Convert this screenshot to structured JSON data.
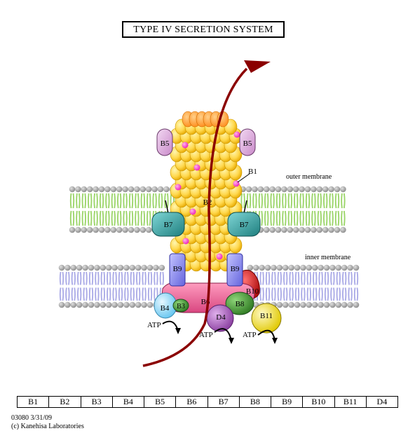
{
  "title": "TYPE IV SECRETION SYSTEM",
  "labels": {
    "outer_membrane": "outer membrane",
    "inner_membrane": "inner membrane",
    "b1": "B1",
    "b2": "B2",
    "b3": "B3",
    "b4": "B4",
    "b5_left": "B5",
    "b5_right": "B5",
    "b6": "B6",
    "b7_left": "B7",
    "b7_right": "B7",
    "b8": "B8",
    "b9_left": "B9",
    "b9_right": "B9",
    "b10": "B10",
    "b11": "B11",
    "d4": "D4",
    "atp_1": "ATP",
    "atp_2": "ATP",
    "atp_3": "ATP"
  },
  "legend": [
    "B1",
    "B2",
    "B3",
    "B4",
    "B5",
    "B6",
    "B7",
    "B8",
    "B9",
    "B10",
    "B11",
    "D4"
  ],
  "footer": {
    "line1": "03080 3/31/09",
    "line2": "(c) Kanehisa Laboratories"
  },
  "colors": {
    "outer_membrane_tails": "#99d466",
    "inner_membrane_tails": "#a9a9e6",
    "lipid_head": "#a6a6a6",
    "pilus_yellow": "#ffd84d",
    "pilus_tip": "#ff9933",
    "b1_dot": "#ff33cc",
    "b5": "#dda0dd",
    "b7": "#2e9c9c",
    "b9": "#8888ee",
    "b6": "#ee6699",
    "b10": "#cc2222",
    "b8": "#3f8f2f",
    "b3": "#2f7f2f",
    "b4": "#99ddff",
    "d4": "#aa66bb",
    "b11": "#f2df3a",
    "arrow": "#8b0000"
  }
}
